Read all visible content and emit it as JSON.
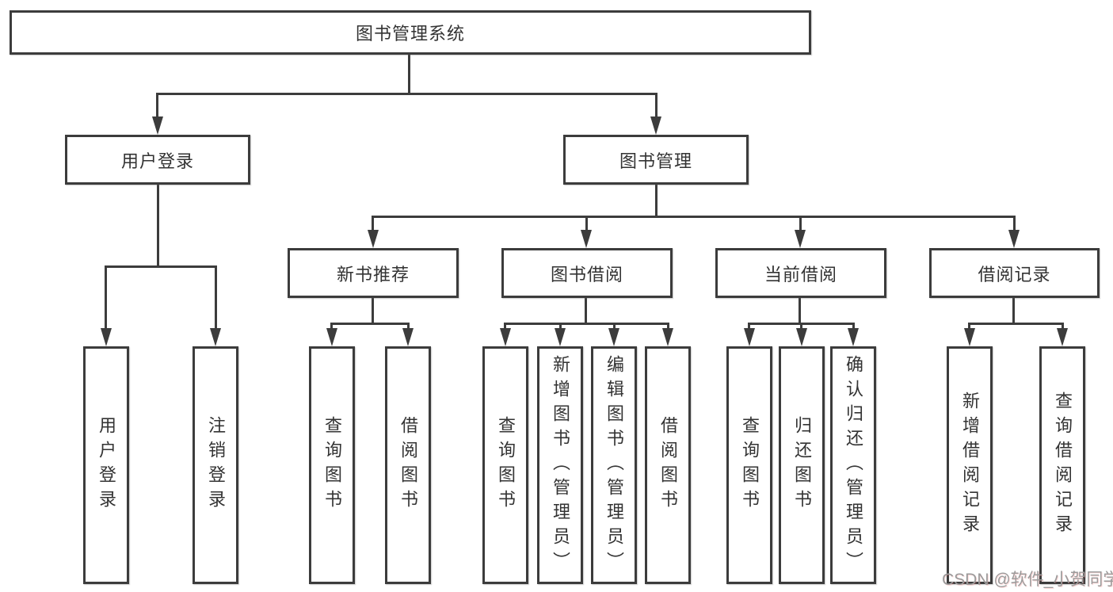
{
  "diagram": {
    "title": "图书管理系统",
    "root": {
      "label": "图书管理系统"
    },
    "level2": [
      {
        "label": "用户登录"
      },
      {
        "label": "图书管理"
      }
    ],
    "level3": [
      {
        "label": "新书推荐"
      },
      {
        "label": "图书借阅"
      },
      {
        "label": "当前借阅"
      },
      {
        "label": "借阅记录"
      }
    ],
    "leaves": [
      {
        "label": "用户登录",
        "parent": "用户登录"
      },
      {
        "label": "注销登录",
        "parent": "用户登录"
      },
      {
        "label": "查询图书",
        "parent": "新书推荐"
      },
      {
        "label": "借阅图书",
        "parent": "新书推荐"
      },
      {
        "label": "查询图书",
        "parent": "图书借阅"
      },
      {
        "label": "新增图书（管理员）",
        "parent": "图书借阅"
      },
      {
        "label": "编辑图书（管理员）",
        "parent": "图书借阅"
      },
      {
        "label": "借阅图书",
        "parent": "图书借阅"
      },
      {
        "label": "查询图书",
        "parent": "当前借阅"
      },
      {
        "label": "归还图书",
        "parent": "当前借阅"
      },
      {
        "label": "确认归还（管理员）",
        "parent": "当前借阅"
      },
      {
        "label": "新增借阅记录",
        "parent": "借阅记录"
      },
      {
        "label": "查询借阅记录",
        "parent": "借阅记录"
      }
    ]
  },
  "watermark": {
    "text": "CSDN @软件_小贺同学"
  },
  "colors": {
    "line": "#3c3c3c",
    "text": "#333333",
    "watermark": "#9b9b9b",
    "background": "#ffffff"
  }
}
